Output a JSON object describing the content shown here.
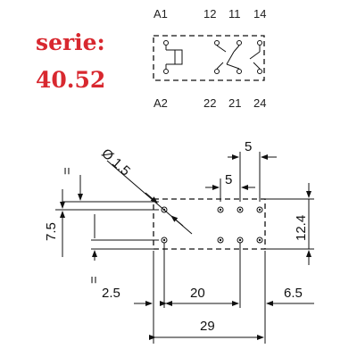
{
  "header": {
    "series_label": "serie:",
    "series_number": "40.52"
  },
  "schematic": {
    "pins_top": [
      "A1",
      "12",
      "11",
      "14"
    ],
    "pins_bottom": [
      "A2",
      "22",
      "21",
      "24"
    ]
  },
  "dimensions": {
    "hole_diameter": "Ø 1.5",
    "pitch_top_outer": "5",
    "pitch_top_inner": "5",
    "pitch_left": "7.5",
    "height": "12.4",
    "equal_top": "=",
    "equal_bottom": "=",
    "left_offset": "2.5",
    "center_span": "20",
    "right_offset": "6.5",
    "overall_length": "29"
  }
}
